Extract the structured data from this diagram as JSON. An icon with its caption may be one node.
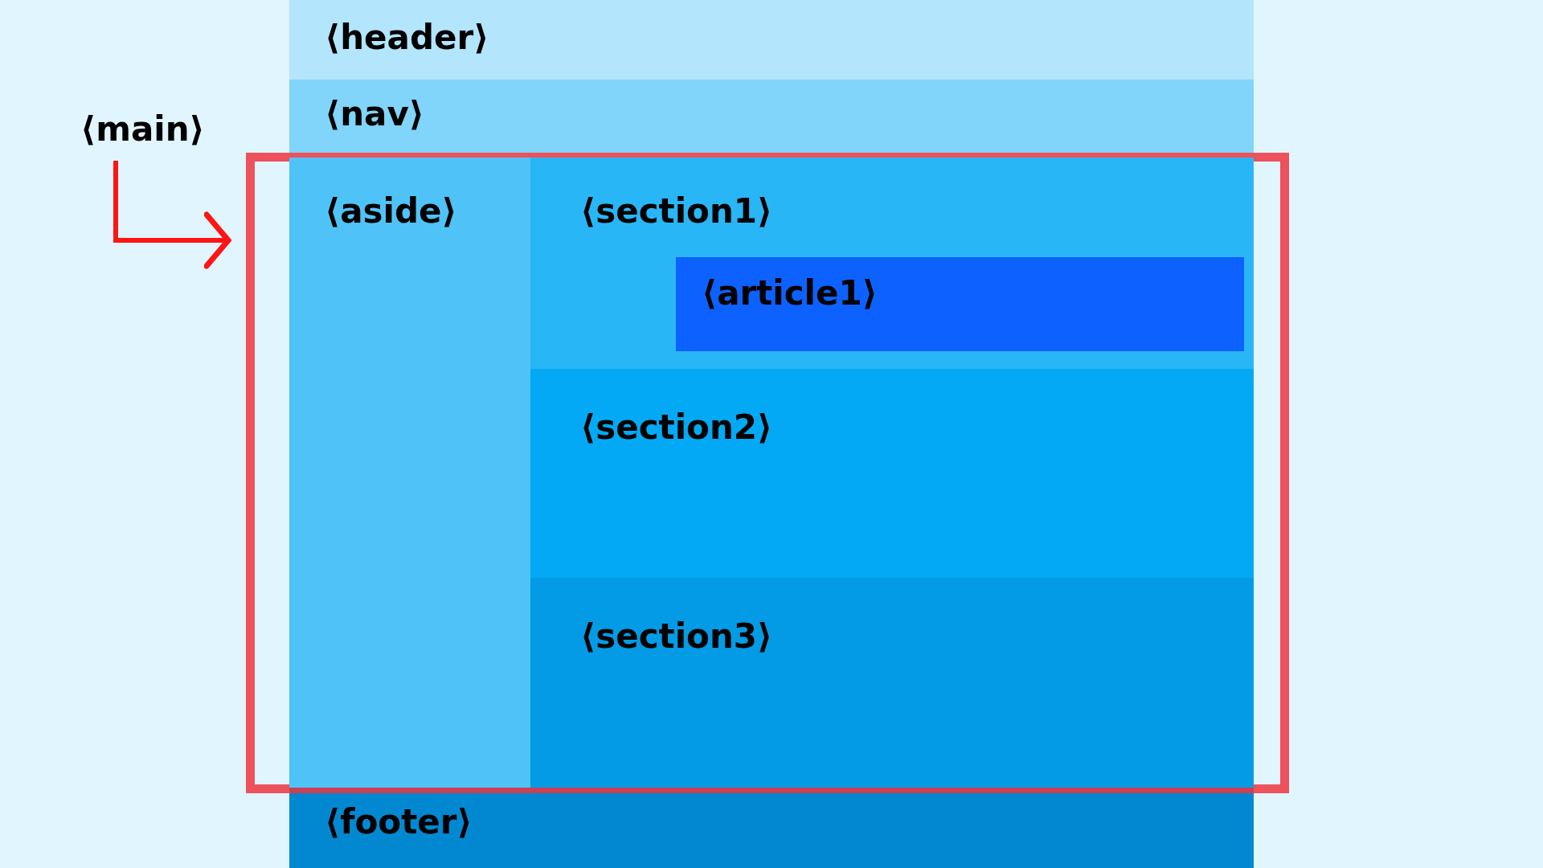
{
  "diagram": {
    "nodes": [
      {
        "text": [
          "⟨header⟩"
        ]
      },
      {
        "text": [
          "⟨nav⟩"
        ]
      },
      {
        "text": [
          "⟨main⟩"
        ]
      },
      {
        "text": [],
        "shape": "box"
      },
      {
        "text": [
          "⟨aside⟩"
        ],
        "in": 3
      },
      {
        "text": [
          "⟨section1⟩"
        ],
        "in": 3
      },
      {
        "text": [
          "⟨article1⟩"
        ],
        "in": 5
      },
      {
        "text": [
          "⟨section2⟩"
        ],
        "in": 3
      },
      {
        "text": [
          "⟨section3⟩"
        ],
        "in": 3
      },
      {
        "text": [
          "⟨footer⟩"
        ]
      }
    ],
    "edges": [
      {
        "from": 2,
        "to": 3,
        "arrow": "to"
      }
    ]
  }
}
